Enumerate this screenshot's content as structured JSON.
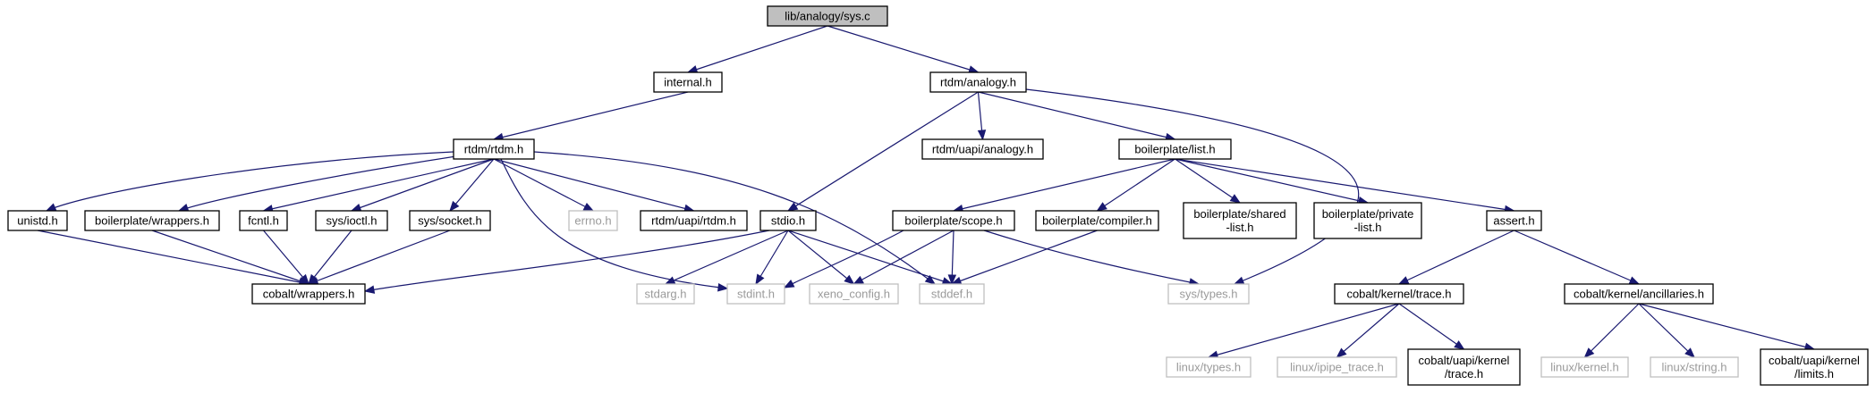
{
  "graph": {
    "root": "lib/analogy/sys.c",
    "nodes": {
      "sys_c": {
        "label": "lib/analogy/sys.c",
        "style": "root"
      },
      "internal_h": {
        "label": "internal.h",
        "style": "solid"
      },
      "rtdm_analogy_h": {
        "label": "rtdm/analogy.h",
        "style": "solid"
      },
      "rtdm_rtdm_h": {
        "label": "rtdm/rtdm.h",
        "style": "solid"
      },
      "rtdm_uapi_analogy_h": {
        "label": "rtdm/uapi/analogy.h",
        "style": "solid"
      },
      "boilerplate_list_h": {
        "label": "boilerplate/list.h",
        "style": "solid"
      },
      "unistd_h": {
        "label": "unistd.h",
        "style": "solid"
      },
      "boilerplate_wrappers_h": {
        "label": "boilerplate/wrappers.h",
        "style": "solid"
      },
      "fcntl_h": {
        "label": "fcntl.h",
        "style": "solid"
      },
      "sys_ioctl_h": {
        "label": "sys/ioctl.h",
        "style": "solid"
      },
      "sys_socket_h": {
        "label": "sys/socket.h",
        "style": "solid"
      },
      "errno_h": {
        "label": "errno.h",
        "style": "missing"
      },
      "rtdm_uapi_rtdm_h": {
        "label": "rtdm/uapi/rtdm.h",
        "style": "solid"
      },
      "stdio_h": {
        "label": "stdio.h",
        "style": "solid"
      },
      "boilerplate_scope_h": {
        "label": "boilerplate/scope.h",
        "style": "solid"
      },
      "boilerplate_compiler_h": {
        "label": "boilerplate/compiler.h",
        "style": "solid"
      },
      "boilerplate_shared_list_h": {
        "label": [
          "boilerplate/shared",
          "-list.h"
        ],
        "style": "solid"
      },
      "boilerplate_private_list_h": {
        "label": [
          "boilerplate/private",
          "-list.h"
        ],
        "style": "solid"
      },
      "assert_h": {
        "label": "assert.h",
        "style": "solid"
      },
      "cobalt_wrappers_h": {
        "label": "cobalt/wrappers.h",
        "style": "solid"
      },
      "stdarg_h": {
        "label": "stdarg.h",
        "style": "missing"
      },
      "stdint_h": {
        "label": "stdint.h",
        "style": "missing"
      },
      "xeno_config_h": {
        "label": "xeno_config.h",
        "style": "missing"
      },
      "stddef_h": {
        "label": "stddef.h",
        "style": "missing"
      },
      "sys_types_h": {
        "label": "sys/types.h",
        "style": "missing"
      },
      "cobalt_kernel_trace_h": {
        "label": "cobalt/kernel/trace.h",
        "style": "solid"
      },
      "cobalt_kernel_ancillaries_h": {
        "label": "cobalt/kernel/ancillaries.h",
        "style": "solid"
      },
      "linux_types_h": {
        "label": "linux/types.h",
        "style": "missing"
      },
      "linux_ipipe_trace_h": {
        "label": "linux/ipipe_trace.h",
        "style": "missing"
      },
      "cobalt_uapi_kernel_trace_h": {
        "label": [
          "cobalt/uapi/kernel",
          "/trace.h"
        ],
        "style": "solid"
      },
      "linux_kernel_h": {
        "label": "linux/kernel.h",
        "style": "missing"
      },
      "linux_string_h": {
        "label": "linux/string.h",
        "style": "missing"
      },
      "cobalt_uapi_kernel_limits_h": {
        "label": [
          "cobalt/uapi/kernel",
          "/limits.h"
        ],
        "style": "solid"
      }
    },
    "edges": [
      [
        "sys_c",
        "internal_h"
      ],
      [
        "sys_c",
        "rtdm_analogy_h"
      ],
      [
        "internal_h",
        "rtdm_rtdm_h"
      ],
      [
        "rtdm_rtdm_h",
        "unistd_h"
      ],
      [
        "rtdm_rtdm_h",
        "boilerplate_wrappers_h"
      ],
      [
        "rtdm_rtdm_h",
        "fcntl_h"
      ],
      [
        "rtdm_rtdm_h",
        "sys_ioctl_h"
      ],
      [
        "rtdm_rtdm_h",
        "sys_socket_h"
      ],
      [
        "rtdm_rtdm_h",
        "errno_h"
      ],
      [
        "rtdm_rtdm_h",
        "rtdm_uapi_rtdm_h"
      ],
      [
        "rtdm_rtdm_h",
        "stdint_h"
      ],
      [
        "rtdm_rtdm_h",
        "stddef_h"
      ],
      [
        "rtdm_analogy_h",
        "stdio_h"
      ],
      [
        "rtdm_analogy_h",
        "rtdm_uapi_analogy_h"
      ],
      [
        "rtdm_analogy_h",
        "boilerplate_list_h"
      ],
      [
        "rtdm_analogy_h",
        "sys_types_h"
      ],
      [
        "boilerplate_list_h",
        "boilerplate_scope_h"
      ],
      [
        "boilerplate_list_h",
        "boilerplate_compiler_h"
      ],
      [
        "boilerplate_list_h",
        "boilerplate_shared_list_h"
      ],
      [
        "boilerplate_list_h",
        "boilerplate_private_list_h"
      ],
      [
        "boilerplate_list_h",
        "assert_h"
      ],
      [
        "unistd_h",
        "cobalt_wrappers_h"
      ],
      [
        "boilerplate_wrappers_h",
        "cobalt_wrappers_h"
      ],
      [
        "fcntl_h",
        "cobalt_wrappers_h"
      ],
      [
        "sys_ioctl_h",
        "cobalt_wrappers_h"
      ],
      [
        "sys_socket_h",
        "cobalt_wrappers_h"
      ],
      [
        "stdio_h",
        "cobalt_wrappers_h"
      ],
      [
        "stdio_h",
        "stdarg_h"
      ],
      [
        "stdio_h",
        "stdint_h"
      ],
      [
        "stdio_h",
        "xeno_config_h"
      ],
      [
        "stdio_h",
        "stddef_h"
      ],
      [
        "boilerplate_scope_h",
        "stdint_h"
      ],
      [
        "boilerplate_scope_h",
        "xeno_config_h"
      ],
      [
        "boilerplate_scope_h",
        "stddef_h"
      ],
      [
        "boilerplate_scope_h",
        "sys_types_h"
      ],
      [
        "boilerplate_compiler_h",
        "stddef_h"
      ],
      [
        "assert_h",
        "cobalt_kernel_trace_h"
      ],
      [
        "assert_h",
        "cobalt_kernel_ancillaries_h"
      ],
      [
        "cobalt_kernel_trace_h",
        "linux_types_h"
      ],
      [
        "cobalt_kernel_trace_h",
        "linux_ipipe_trace_h"
      ],
      [
        "cobalt_kernel_trace_h",
        "cobalt_uapi_kernel_trace_h"
      ],
      [
        "cobalt_kernel_ancillaries_h",
        "linux_kernel_h"
      ],
      [
        "cobalt_kernel_ancillaries_h",
        "linux_string_h"
      ],
      [
        "cobalt_kernel_ancillaries_h",
        "cobalt_uapi_kernel_limits_h"
      ]
    ]
  }
}
